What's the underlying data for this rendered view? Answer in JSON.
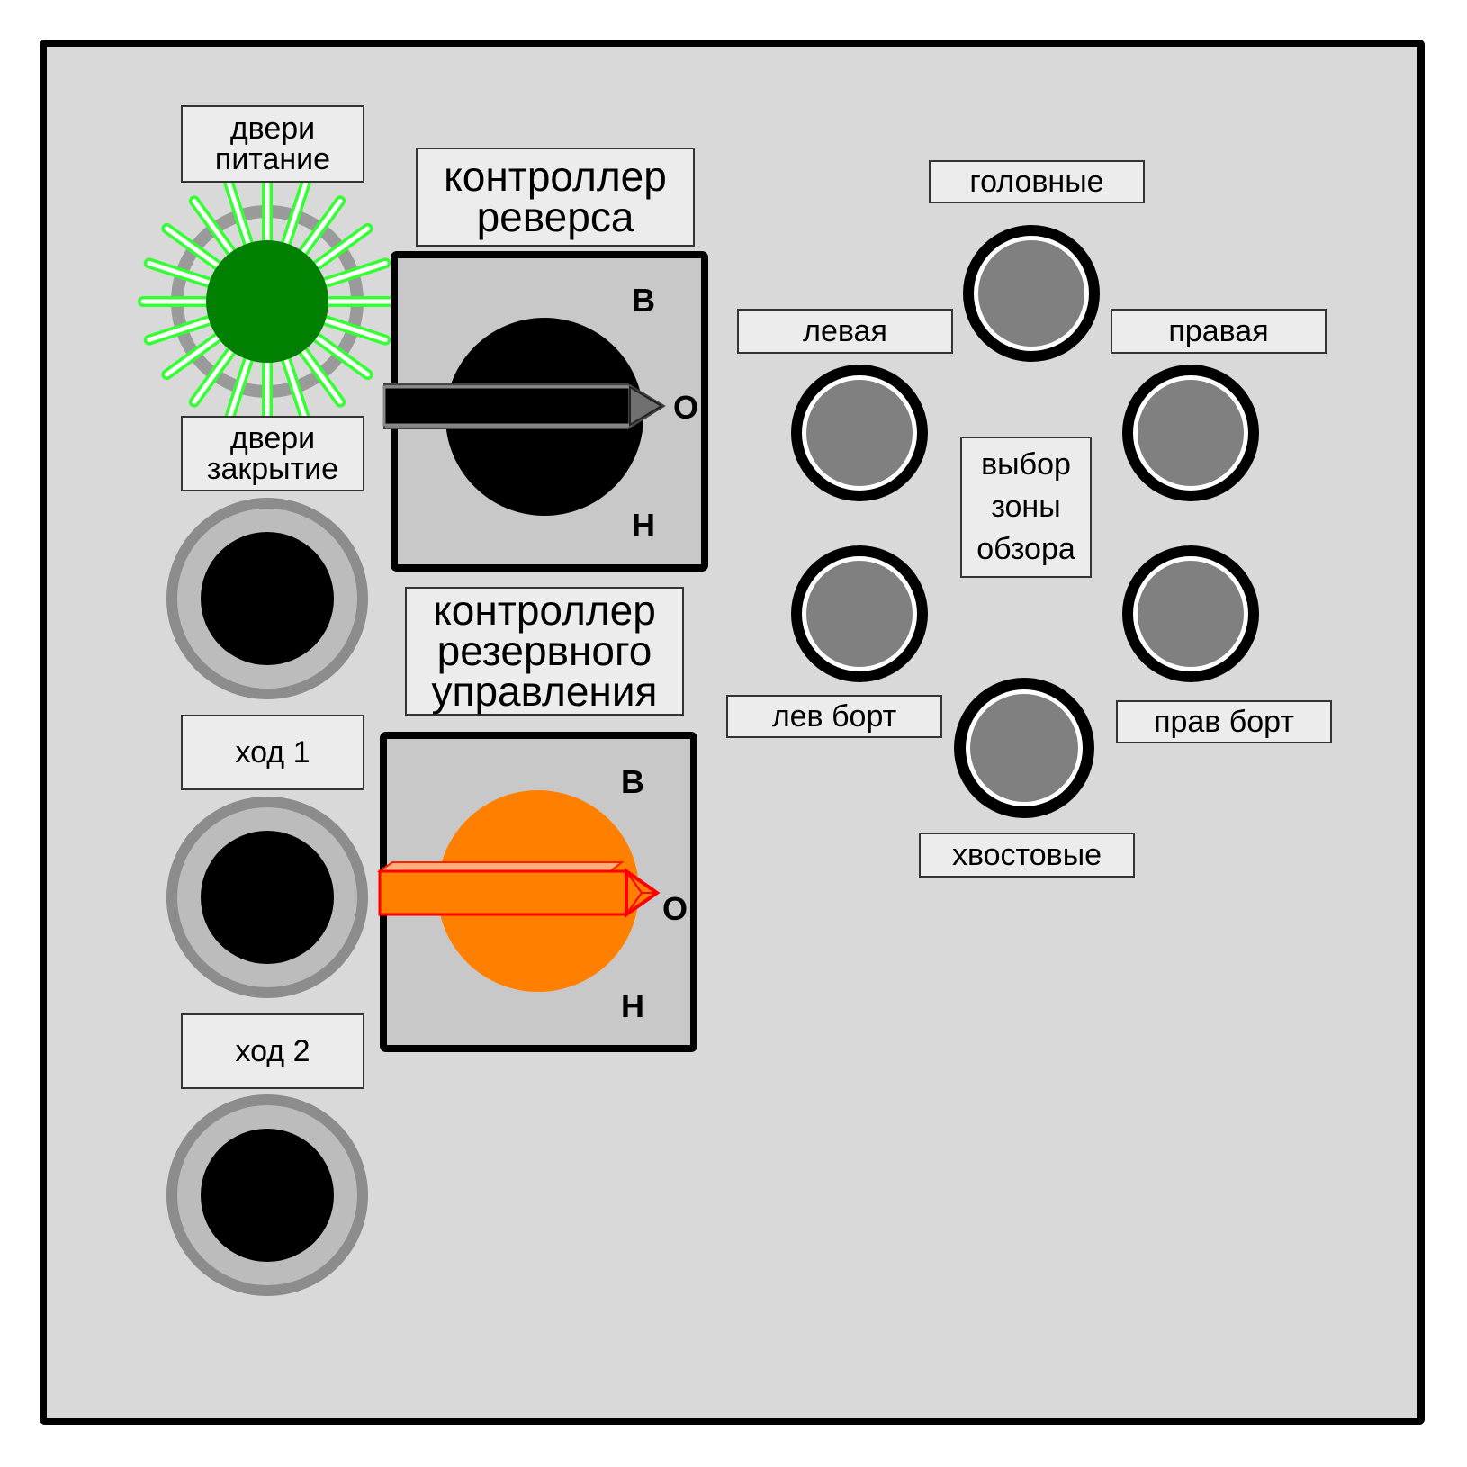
{
  "left_column": {
    "doors_power": {
      "label": "двери\nпитание",
      "indicator_color": "#008000",
      "glow_color": "#33ff33",
      "state": "lit"
    },
    "doors_close": {
      "label": "двери\nзакрытие"
    },
    "move_1": {
      "label": "ход 1"
    },
    "move_2": {
      "label": "ход 2"
    }
  },
  "reverse_controller": {
    "title": "контроллер\nреверса",
    "positions": {
      "forward": "В",
      "neutral": "О",
      "back": "Н"
    },
    "current_position": "О",
    "knob_color": "#000000"
  },
  "reserve_controller": {
    "title": "контроллер\nрезервного\nуправления",
    "positions": {
      "forward": "В",
      "neutral": "О",
      "back": "Н"
    },
    "current_position": "О",
    "knob_color": "#ff8000",
    "handle_outline_color": "#ff0000"
  },
  "view_zone": {
    "title": "выбор\nзоны\nобзора",
    "buttons": {
      "head": "головные",
      "left": "левая",
      "right": "правая",
      "left_side": "лев  борт",
      "right_side": "прав  борт",
      "tail": "хвостовые"
    },
    "button_color": "#808080"
  }
}
